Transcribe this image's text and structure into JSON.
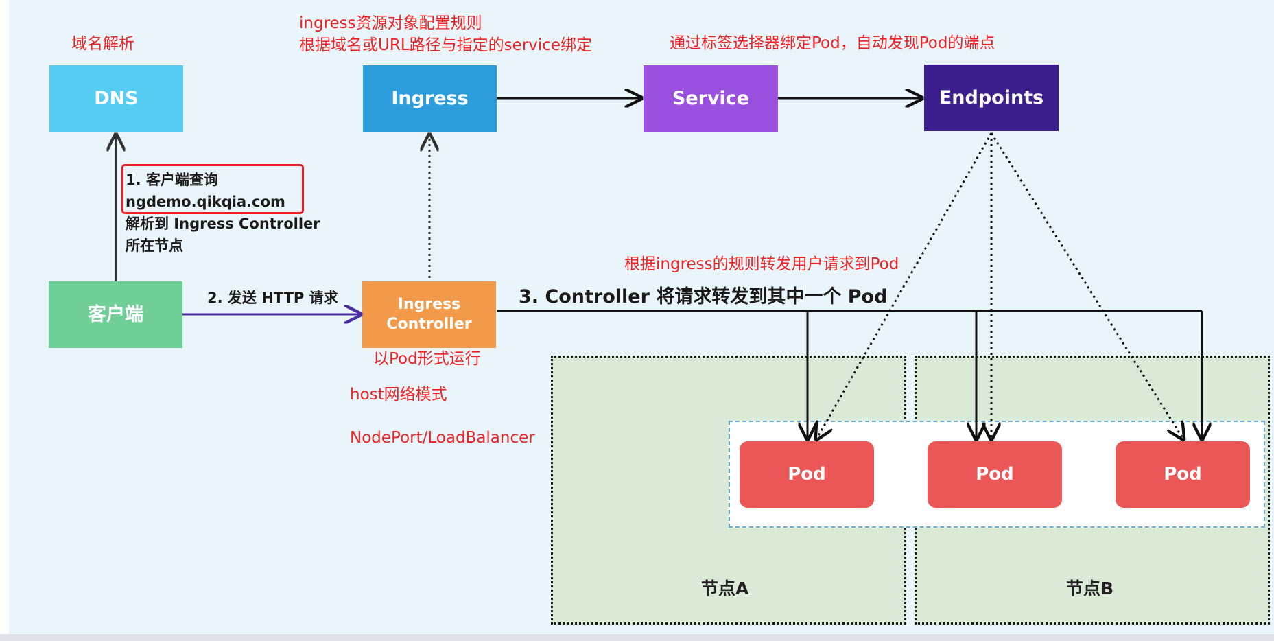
{
  "colors": {
    "background": "#e9f4fb",
    "dns": "#56ccf2",
    "ingress": "#2d9cdb",
    "service": "#9b51e0",
    "endpoints": "#3c1f8c",
    "client": "#6fcf97",
    "controller": "#f2994a",
    "pod": "#eb5757",
    "node_region": "#dbead7",
    "annotation_text": "#ee2222"
  },
  "boxes": {
    "dns": "DNS",
    "ingress": "Ingress",
    "service": "Service",
    "endpoints": "Endpoints",
    "client": "客户端",
    "controller": "Ingress\nController",
    "pods": [
      "Pod",
      "Pod",
      "Pod"
    ]
  },
  "regions": {
    "node_a": "节点A",
    "node_b": "节点B"
  },
  "steps": {
    "step1_line1": "1. 客户端查询",
    "step1_line2": "ngdemo.qikqia.com",
    "step1_line3": "解析到 Ingress Controller",
    "step1_line4": "所在节点",
    "step2": "2. 发送 HTTP 请求",
    "step3": "3. Controller 将请求转发到其中一个 Pod"
  },
  "annotations": {
    "dns_note": "域名解析",
    "ingress_note_line1": "ingress资源对象配置规则",
    "ingress_note_line2": "根据域名或URL路径与指定的service绑定",
    "service_note": "通过标签选择器绑定Pod，自动发现Pod的端点",
    "forward_note": "根据ingress的规则转发用户请求到Pod",
    "controller_note1": "以Pod形式运行",
    "controller_note2": "host网络模式",
    "controller_note3": "NodePort/LoadBalancer"
  }
}
